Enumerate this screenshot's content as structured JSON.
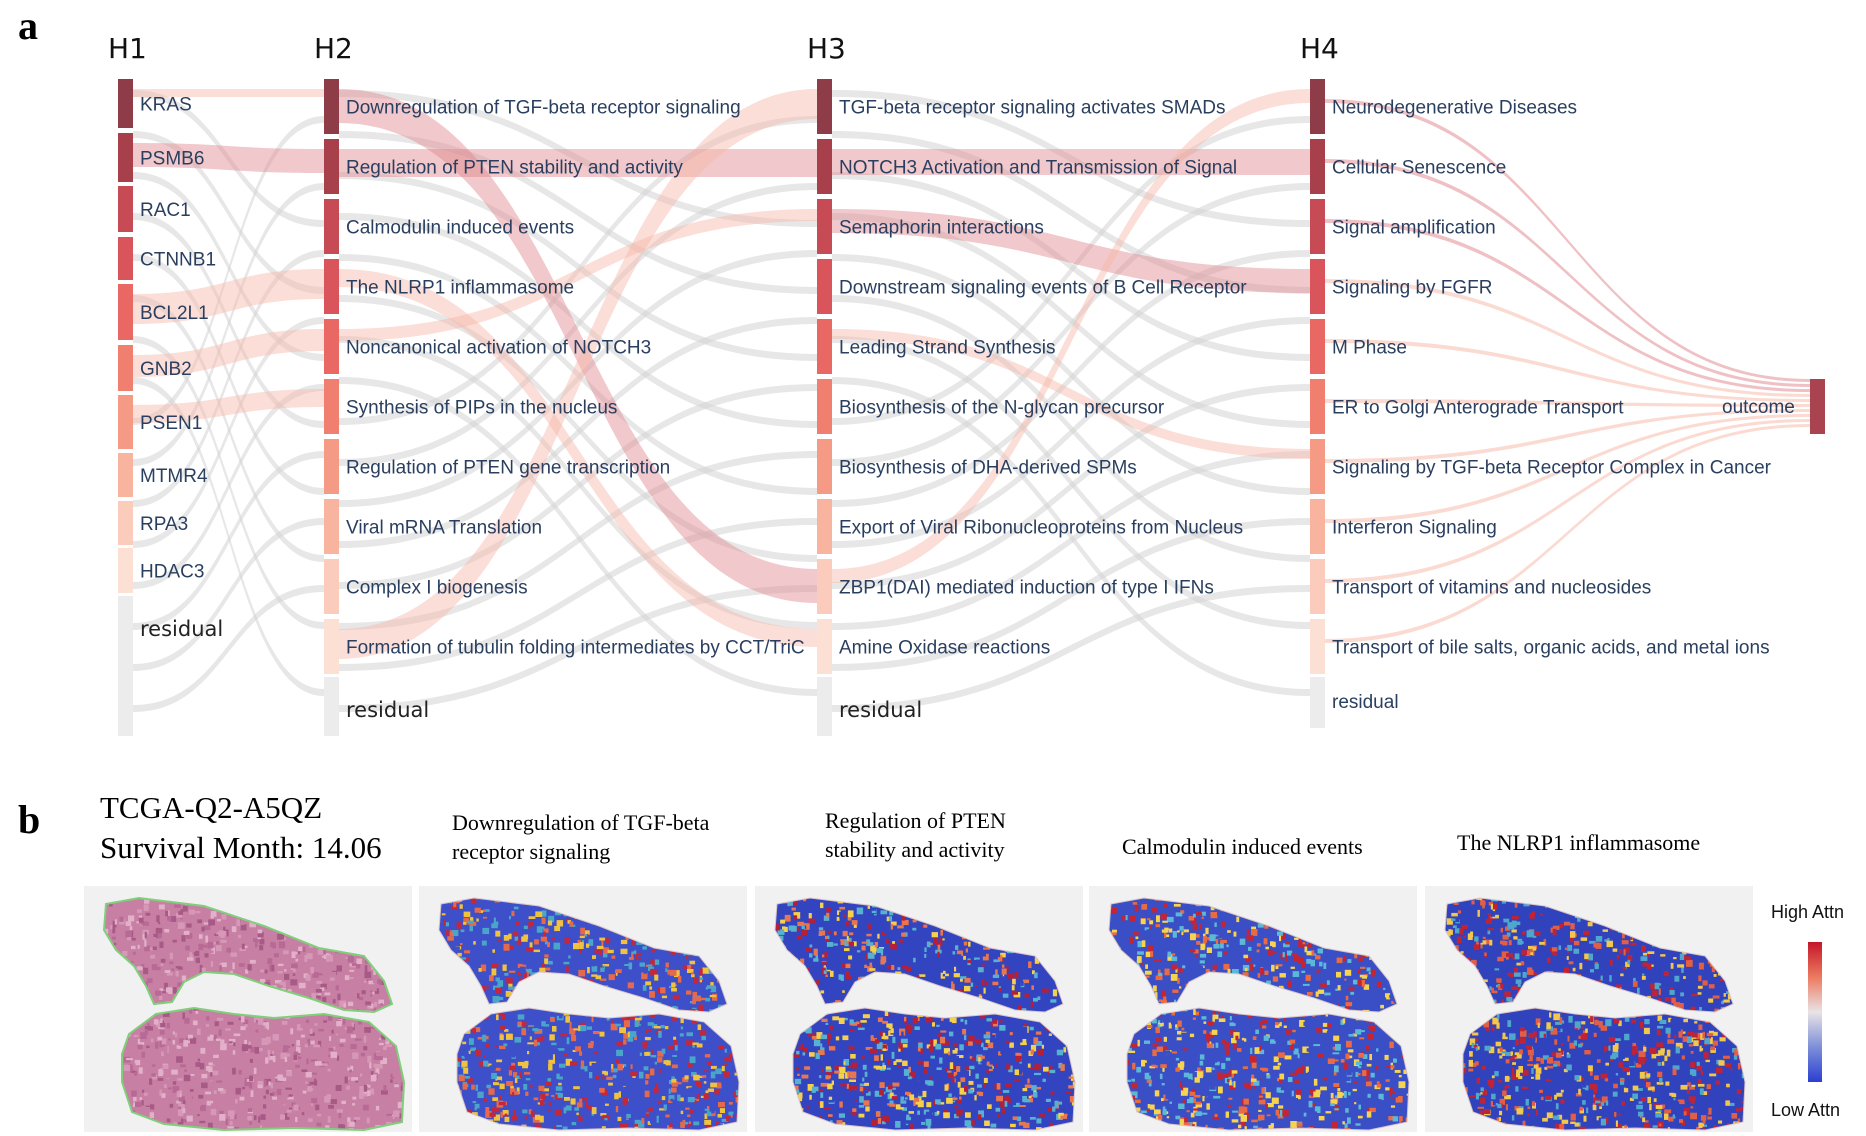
{
  "panel_a": {
    "letter": "a",
    "levels": [
      "H1",
      "H2",
      "H3",
      "H4"
    ],
    "h1_nodes": [
      "KRAS",
      "PSMB6",
      "RAC1",
      "CTNNB1",
      "BCL2L1",
      "GNB2",
      "PSEN1",
      "MTMR4",
      "RPA3",
      "HDAC3",
      "residual"
    ],
    "h2_nodes": [
      "Downregulation of TGF-beta receptor signaling",
      "Regulation of PTEN stability and activity",
      "Calmodulin induced events",
      "The NLRP1 inflammasome",
      "Noncanonical activation of NOTCH3",
      "Synthesis of PIPs in the nucleus",
      "Regulation of PTEN gene transcription",
      "Viral mRNA Translation",
      "Complex I biogenesis",
      "Formation of tubulin folding intermediates by CCT/TriC",
      "residual"
    ],
    "h3_nodes": [
      "TGF-beta receptor signaling activates SMADs",
      "NOTCH3 Activation and Transmission of Signal",
      "Semaphorin interactions",
      "Downstream signaling events of B Cell Receptor",
      "Leading Strand Synthesis",
      "Biosynthesis of the N-glycan precursor",
      "Biosynthesis of DHA-derived SPMs",
      "Export of Viral Ribonucleoproteins from Nucleus",
      "ZBP1(DAI) mediated induction of type I IFNs",
      "Amine Oxidase reactions",
      "residual"
    ],
    "h4_nodes": [
      "Neurodegenerative Diseases",
      "Cellular Senescence",
      "Signal amplification",
      "Signaling by FGFR",
      "M Phase",
      "ER to Golgi Anterograde Transport",
      "Signaling by TGF-beta Receptor Complex in Cancer",
      "Interferon Signaling",
      "Transport of vitamins and nucleosides",
      "Transport of bile salts, organic acids, and metal ions",
      "residual"
    ],
    "outcome_label": "outcome",
    "rank_colors": [
      "#8e3c48",
      "#a8404c",
      "#c64b55",
      "#d9545b",
      "#ea6863",
      "#f17f6f",
      "#f59a84",
      "#f8b49f",
      "#fbcbbb",
      "#fde0d4"
    ],
    "residual_color": "#ececec",
    "outcome_color": "#a9434f"
  },
  "panel_b": {
    "letter": "b",
    "case_id": "TCGA-Q2-A5QZ",
    "survival": "Survival Month: 14.06",
    "map_titles": [
      "Downregulation of TGF-beta receptor signaling",
      "Regulation of PTEN stability and activity",
      "Calmodulin induced events",
      "The NLRP1 inflammasome"
    ],
    "legend_high": "High Attn",
    "legend_low": "Low Attn"
  }
}
